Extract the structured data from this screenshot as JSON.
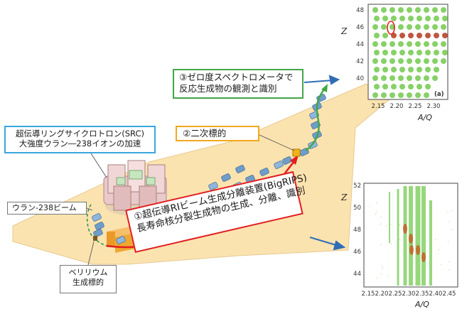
{
  "labels": {
    "src_line1": "超伝導リングサイクロトロン(SRC)",
    "src_line2": "大強度ウラン―238イオンの加速",
    "uranium_beam": "ウラン-238ビーム",
    "beryllium_line1": "ベリリウム",
    "beryllium_line2": "生成標的",
    "second_target": "②二次標的",
    "zero_deg_line1": "③ゼロ度スペクトロメータで",
    "zero_deg_line2": "反応生成物の観測と識別",
    "bigrips_line1": "①超伝導RIビーム生成分離装置(BigRIPS)",
    "bigrips_line2": "長寿命核分裂生成物の生成、分離、識別"
  },
  "plot_top": {
    "ylabel": "Z",
    "xlabel": "A/Q",
    "panel_tag": "(a)",
    "yticks": [
      "48",
      "46",
      "44",
      "42",
      "40"
    ],
    "xticks": [
      "2.15",
      "2.20",
      "2.25",
      "2.30"
    ]
  },
  "plot_bottom": {
    "ylabel": "Z",
    "xlabel": "A/Q",
    "yticks": [
      "52",
      "50",
      "48",
      "46",
      "44"
    ],
    "xticks": [
      "2.15",
      "2.20",
      "2.25",
      "2.30",
      "2.35",
      "2.40",
      "2.45"
    ]
  },
  "colors": {
    "floor": "#fbe3b0",
    "src_border": "#3aa7de",
    "second_border": "#f2a91e",
    "zero_border": "#43a647",
    "bigrips_border": "#e11e1e",
    "arrow_blue": "#2f6db5",
    "beam_red": "#e11e1e",
    "beam_green": "#43a647",
    "magnet_blue": "#6f9dc8",
    "magnet_orange": "#f0a830",
    "dot_green": "#5fc136"
  }
}
